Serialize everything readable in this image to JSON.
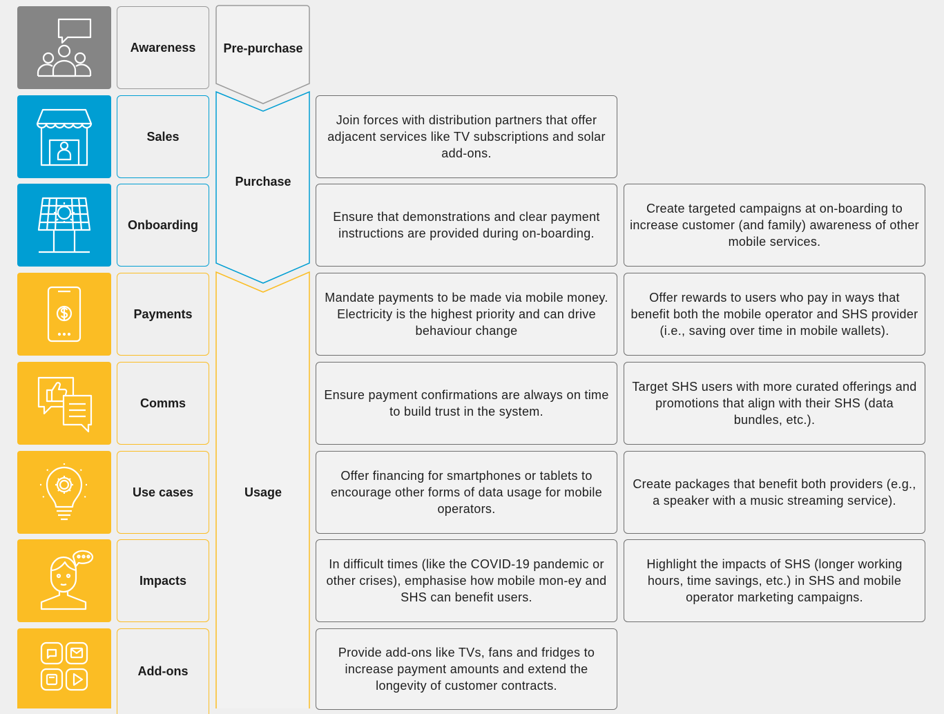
{
  "colors": {
    "grey": "#858585",
    "blue": "#009ed3",
    "yellow": "#fbbd24",
    "grey_border": "#9a9a9a"
  },
  "rows": [
    {
      "label": "Awareness",
      "icon": "audience-speech-icon",
      "color": "grey"
    },
    {
      "label": "Sales",
      "icon": "shop-stall-icon",
      "color": "blue"
    },
    {
      "label": "Onboarding",
      "icon": "solar-panel-icon",
      "color": "blue"
    },
    {
      "label": "Payments",
      "icon": "mobile-money-phone-icon",
      "color": "yellow"
    },
    {
      "label": "Comms",
      "icon": "chat-thumbs-up-icon",
      "color": "yellow"
    },
    {
      "label": "Use cases",
      "icon": "lightbulb-gear-icon",
      "color": "yellow"
    },
    {
      "label": "Impacts",
      "icon": "person-thinking-icon",
      "color": "yellow"
    },
    {
      "label": "Add-ons",
      "icon": "apps-grid-icon",
      "color": "yellow"
    }
  ],
  "phases": {
    "pre_purchase": "Pre-purchase",
    "purchase": "Purchase",
    "usage": "Usage"
  },
  "recommendations": {
    "sales_a": "Join forces with distribution partners that offer adjacent services like TV subscriptions and solar add-ons.",
    "onboarding_a": "Ensure that demonstrations and clear payment instructions are provided during on-boarding.",
    "onboarding_b": "Create targeted campaigns at on-boarding to increase customer (and family) awareness of other mobile services.",
    "payments_a": "Mandate payments to be made via mobile money. Electricity is the highest priority and can drive behaviour change",
    "payments_b": "Offer rewards to users who pay in ways that benefit both the mobile operator and SHS provider (i.e., saving over time in mobile wallets).",
    "comms_a": "Ensure payment confirmations are always on time to build trust in the system.",
    "comms_b": "Target SHS users with more curated offerings and promotions that align with their SHS (data bundles, etc.).",
    "usecases_a": "Offer financing for smartphones or tablets to encourage other forms of data usage for mobile operators.",
    "usecases_b": "Create packages that benefit both providers (e.g., a speaker with a music streaming service).",
    "impacts_a": "In difficult times (like the COVID-19 pandemic or other crises), emphasise how mobile mon-ey and SHS can benefit users.",
    "impacts_b": "Highlight the impacts of SHS (longer working hours, time savings, etc.) in SHS and mobile operator marketing campaigns.",
    "addons_a": "Provide add-ons like TVs, fans and fridges to increase payment amounts and extend the longevity of customer contracts."
  }
}
